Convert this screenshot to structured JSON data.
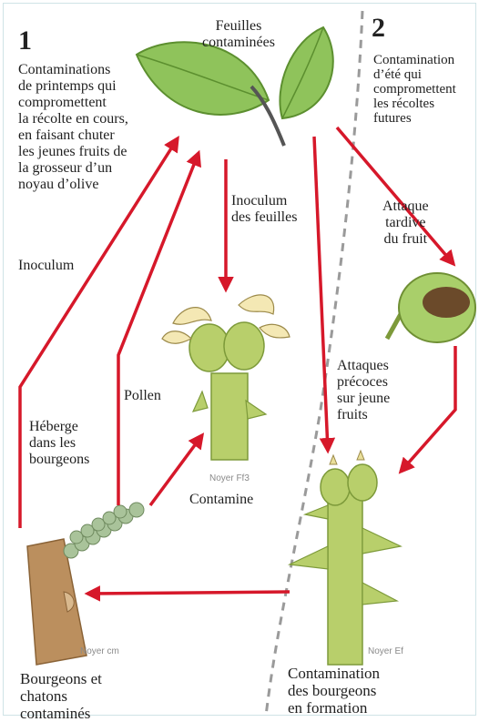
{
  "colors": {
    "arrow": "#d6182a",
    "leaf": "#8fc35b",
    "leaf_dark": "#5c8f2f",
    "plant": "#b8cf6b",
    "divider": "#9a9a9a",
    "wood": "#bb8f5e"
  },
  "section1": {
    "number": "1",
    "description": "Contaminations\nde printemps qui\ncompromettent\nla récolte en cours,\nen faisant chuter\nles jeunes fruits de\nla grosseur d’un\nnoyau d’olive"
  },
  "section2": {
    "number": "2",
    "description": "Contamination\nd’été qui\ncompromettent\nles récoltes\nfutures"
  },
  "labels": {
    "leaves": "Feuilles\ncontaminées",
    "leaf_inoculum": "Inoculum\ndes feuilles",
    "inoculum": "Inoculum",
    "pollen": "Pollen",
    "hosted": "Héberge\ndans les\nbourgeons",
    "late_attack": "Attaque\ntardive\ndu fruit",
    "early_attack": "Attaques\nprécoces\nsur jeune\nfruits",
    "contaminates": "Contamine",
    "buds_catkins": "Bourgeons et\nchatons\ncontaminés",
    "bud_contamination": "Contamination\ndes bourgeons\nen formation"
  },
  "captions": {
    "flower": "Noyer Ff3",
    "catkin": "Noyer cm",
    "bud": "Noyer Ef"
  }
}
